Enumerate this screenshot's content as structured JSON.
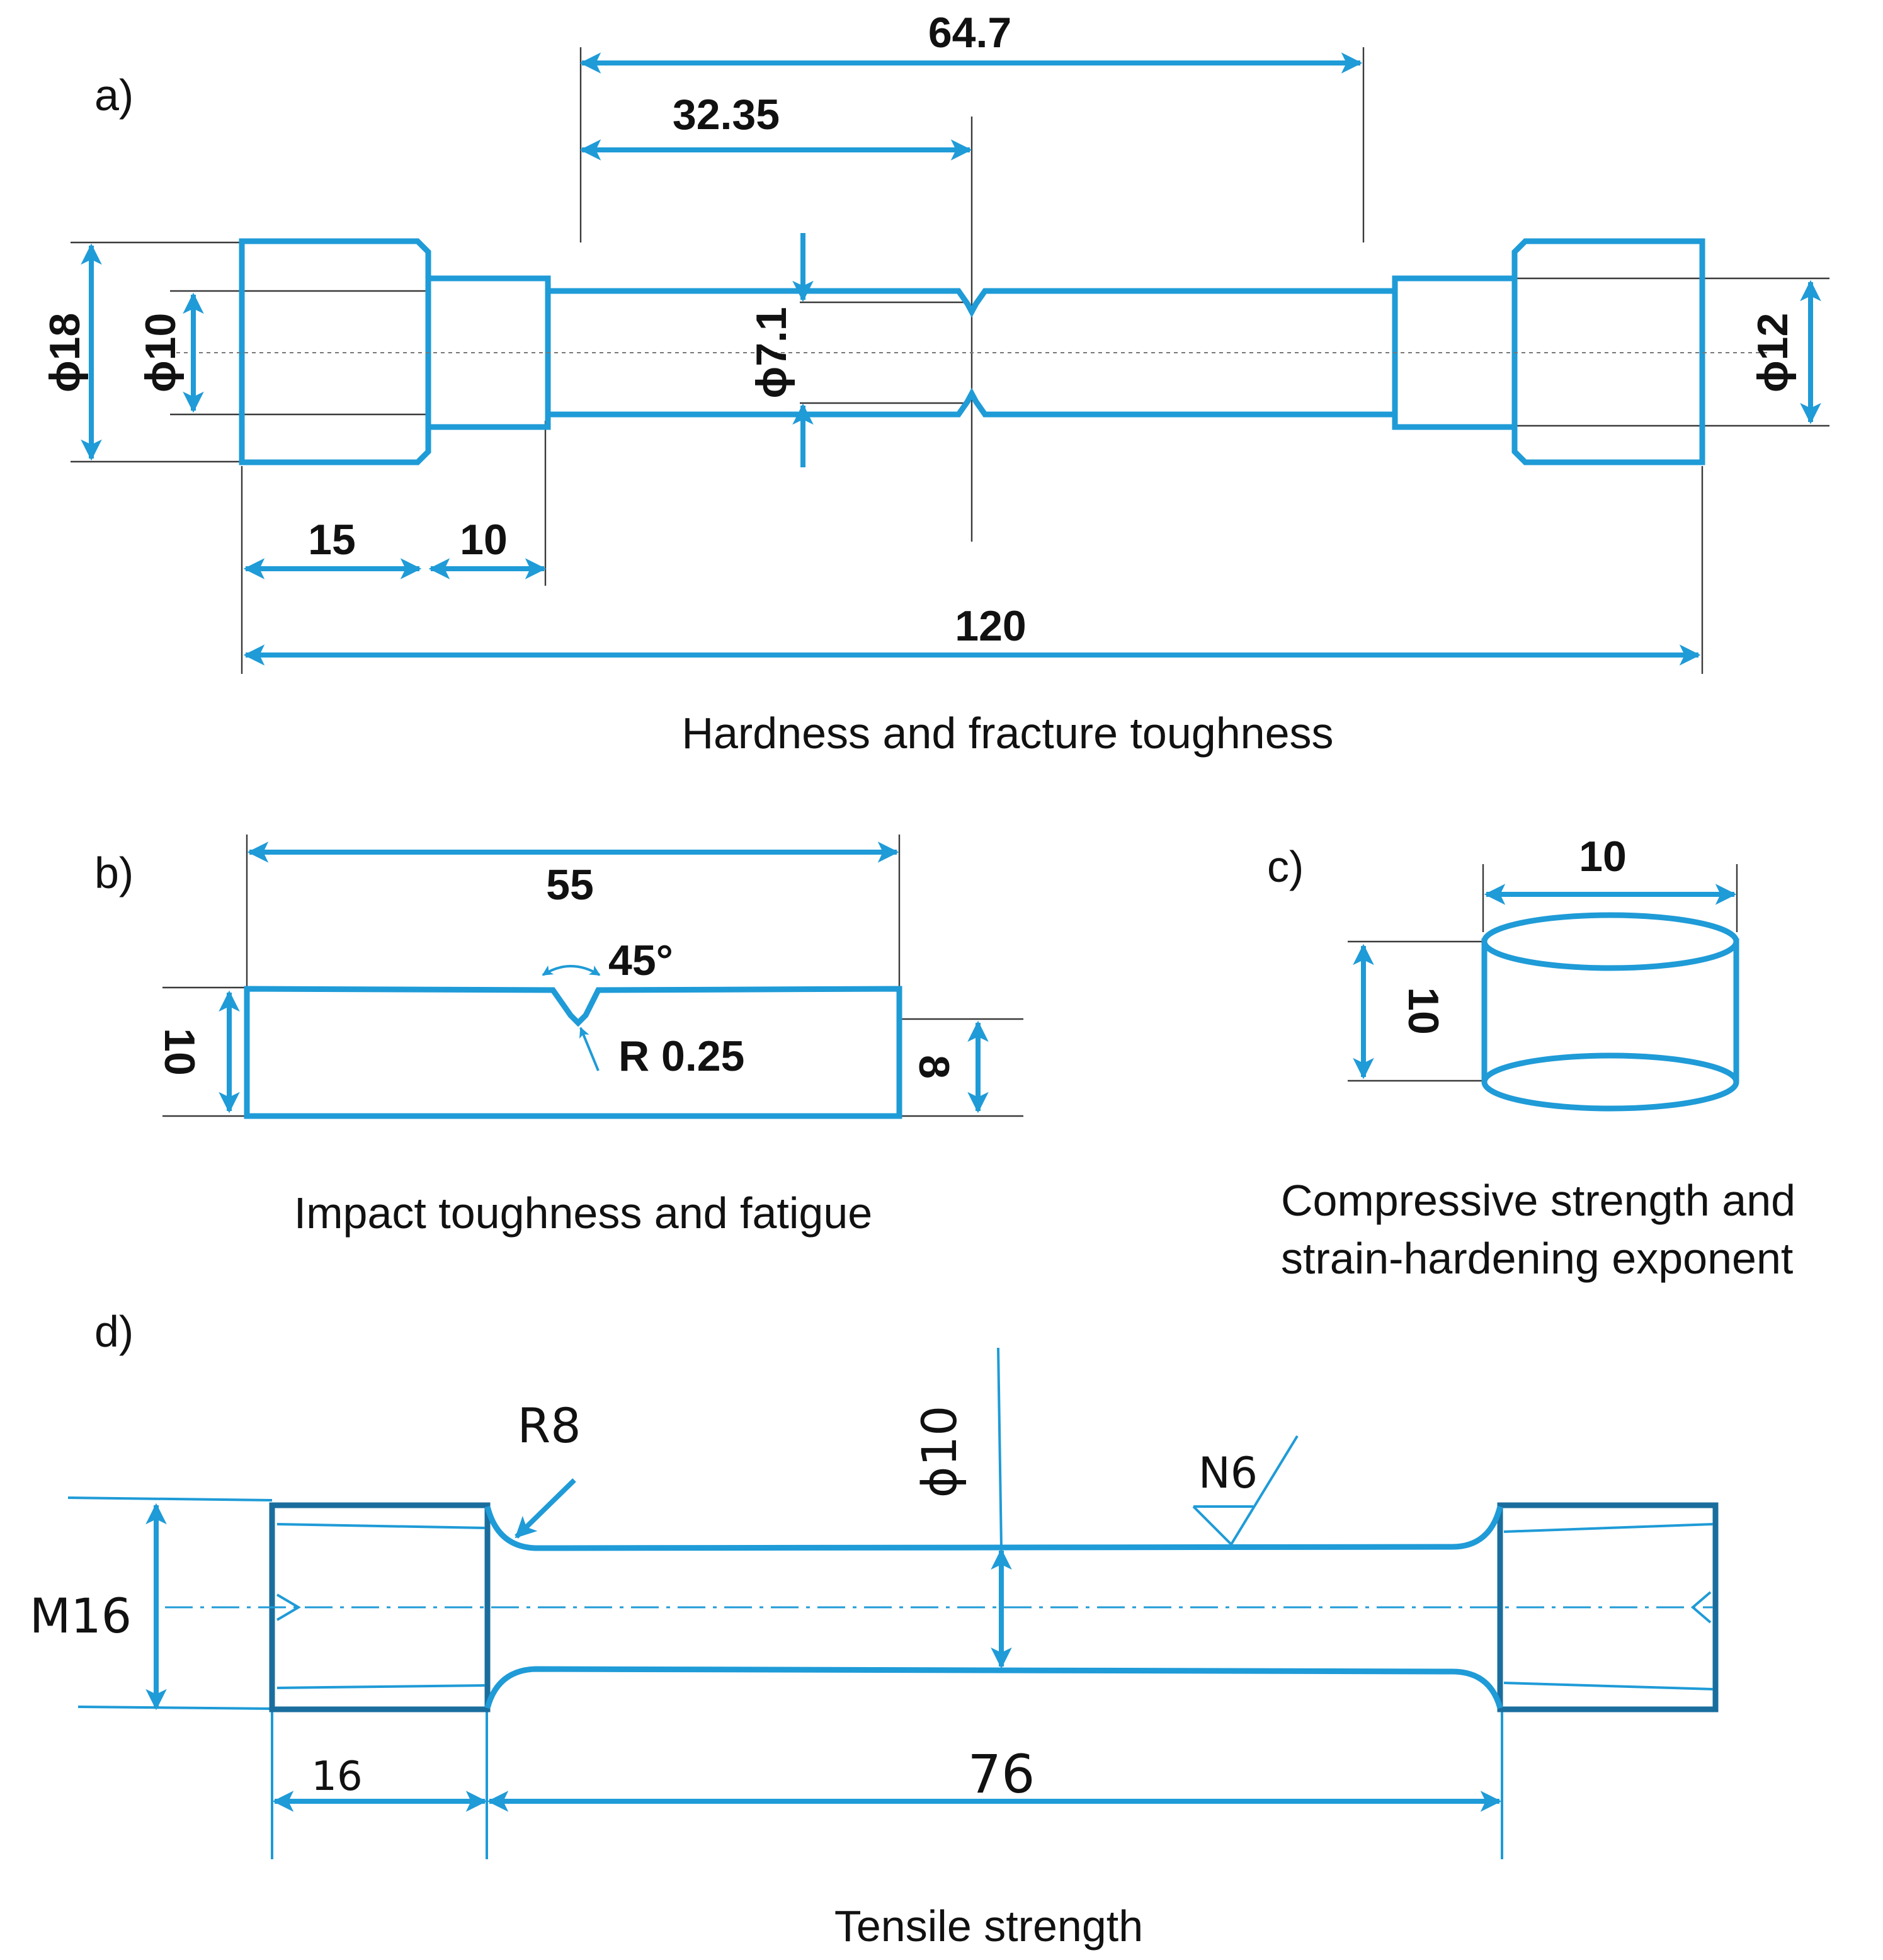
{
  "panels": {
    "a": {
      "label": "a)",
      "caption": "Hardness and fracture toughness",
      "dims": {
        "overall_length": "64.7",
        "half_length": "32.35",
        "dia_head": "ϕ18",
        "dia_neck": "ϕ10",
        "dia_notch": "ϕ7.1",
        "dia_right": "ϕ12",
        "head_length": "15",
        "neck_length": "10",
        "total_length": "120"
      }
    },
    "b": {
      "label": "b)",
      "caption": "Impact toughness and fatigue",
      "dims": {
        "length": "55",
        "angle": "45°",
        "radius": "R 0.25",
        "height": "10",
        "ligament": "8"
      }
    },
    "c": {
      "label": "c)",
      "caption_line1": "Compressive strength and",
      "caption_line2": "strain-hardening exponent",
      "dims": {
        "diameter": "10",
        "height": "10"
      }
    },
    "d": {
      "label": "d)",
      "caption": "Tensile strength",
      "dims": {
        "fillet": "R8",
        "gauge_dia": "ϕ10",
        "surface": "N6",
        "thread": "M16",
        "grip_length": "16",
        "gauge_length": "76"
      }
    }
  },
  "colors": {
    "part": "#1f9bd7",
    "extension": "#3a3a3a",
    "text": "#111111"
  }
}
